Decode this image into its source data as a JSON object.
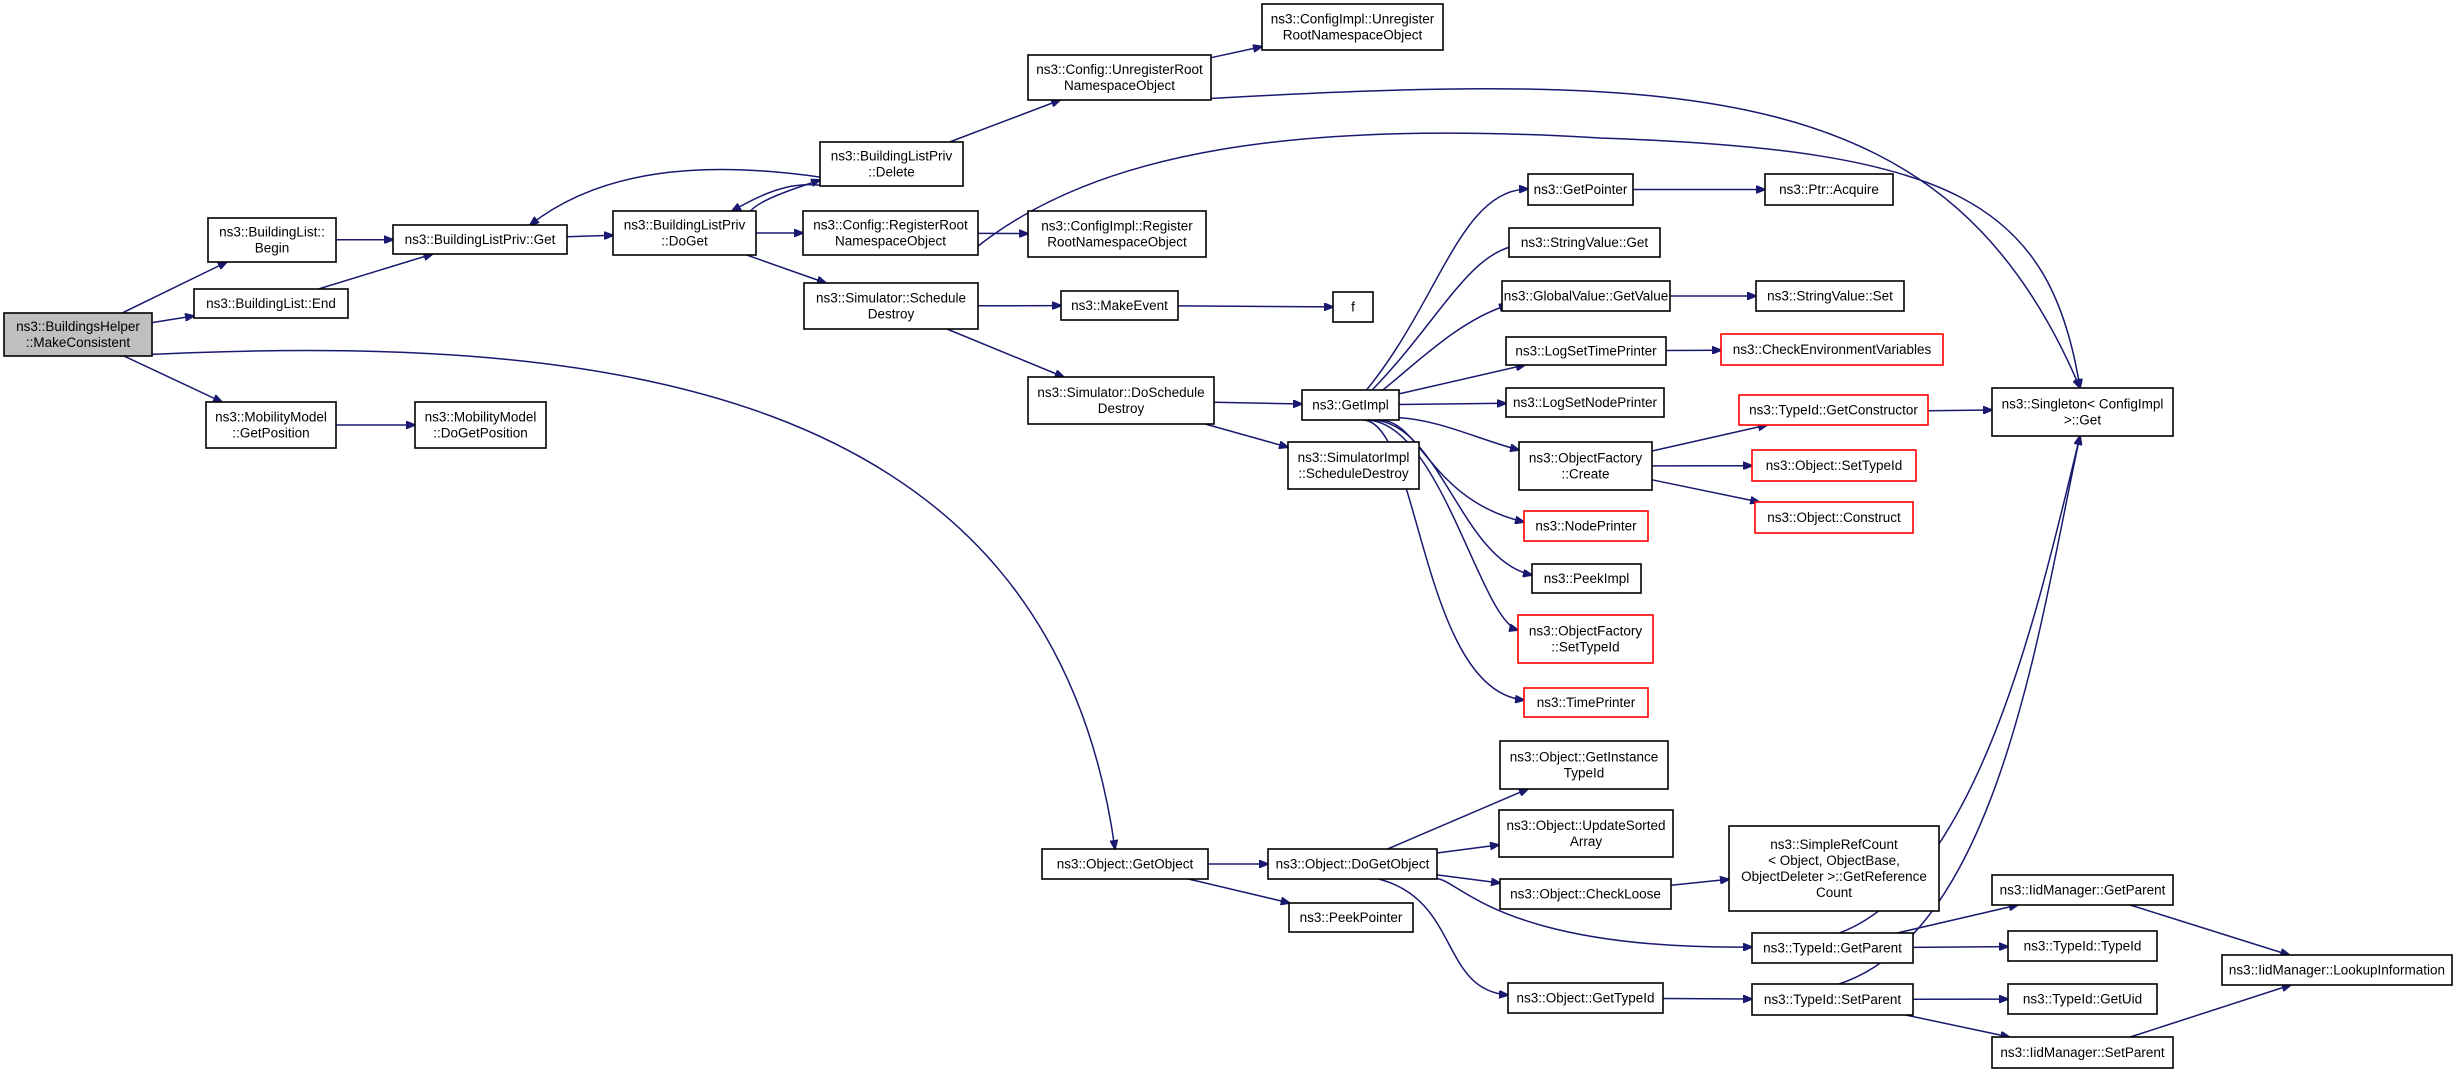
{
  "colors": {
    "edge": "#191970",
    "border_normal": "#000000",
    "border_truncated": "#ff0000",
    "root_fill": "#bfbfbf",
    "node_fill": "#ffffff"
  },
  "nodes": [
    {
      "id": "n_root",
      "lines": [
        "ns3::BuildingsHelper",
        "::MakeConsistent"
      ],
      "kind": "root"
    },
    {
      "id": "n_bl_begin",
      "lines": [
        "ns3::BuildingList::",
        "Begin"
      ],
      "kind": "normal"
    },
    {
      "id": "n_bl_end",
      "lines": [
        "ns3::BuildingList::End"
      ],
      "kind": "normal"
    },
    {
      "id": "n_blp_get",
      "lines": [
        "ns3::BuildingListPriv::Get"
      ],
      "kind": "normal"
    },
    {
      "id": "n_blp_doget",
      "lines": [
        "ns3::BuildingListPriv",
        "::DoGet"
      ],
      "kind": "normal"
    },
    {
      "id": "n_blp_delete",
      "lines": [
        "ns3::BuildingListPriv",
        "::Delete"
      ],
      "kind": "normal"
    },
    {
      "id": "n_cfg_unreg",
      "lines": [
        "ns3::Config::UnregisterRoot",
        "NamespaceObject"
      ],
      "kind": "normal"
    },
    {
      "id": "n_cfgimpl_unreg",
      "lines": [
        "ns3::ConfigImpl::Unregister",
        "RootNamespaceObject"
      ],
      "kind": "normal"
    },
    {
      "id": "n_cfg_reg",
      "lines": [
        "ns3::Config::RegisterRoot",
        "NamespaceObject"
      ],
      "kind": "normal"
    },
    {
      "id": "n_cfgimpl_reg",
      "lines": [
        "ns3::ConfigImpl::Register",
        "RootNamespaceObject"
      ],
      "kind": "normal"
    },
    {
      "id": "n_sim_sched",
      "lines": [
        "ns3::Simulator::Schedule",
        "Destroy"
      ],
      "kind": "normal"
    },
    {
      "id": "n_makeevent",
      "lines": [
        "ns3::MakeEvent"
      ],
      "kind": "normal"
    },
    {
      "id": "n_f",
      "lines": [
        "f"
      ],
      "kind": "normal"
    },
    {
      "id": "n_sim_dosched",
      "lines": [
        "ns3::Simulator::DoSchedule",
        "Destroy"
      ],
      "kind": "normal"
    },
    {
      "id": "n_simimpl_sched",
      "lines": [
        "ns3::SimulatorImpl",
        "::ScheduleDestroy"
      ],
      "kind": "normal"
    },
    {
      "id": "n_getimpl",
      "lines": [
        "ns3::GetImpl"
      ],
      "kind": "normal"
    },
    {
      "id": "n_getpointer",
      "lines": [
        "ns3::GetPointer"
      ],
      "kind": "normal"
    },
    {
      "id": "n_ptr_acquire",
      "lines": [
        "ns3::Ptr::Acquire"
      ],
      "kind": "normal"
    },
    {
      "id": "n_strval_get",
      "lines": [
        "ns3::StringValue::Get"
      ],
      "kind": "normal"
    },
    {
      "id": "n_gv_getvalue",
      "lines": [
        "ns3::GlobalValue::GetValue"
      ],
      "kind": "normal"
    },
    {
      "id": "n_strval_set",
      "lines": [
        "ns3::StringValue::Set"
      ],
      "kind": "normal"
    },
    {
      "id": "n_logsettime",
      "lines": [
        "ns3::LogSetTimePrinter"
      ],
      "kind": "normal"
    },
    {
      "id": "n_checkenv",
      "lines": [
        "ns3::CheckEnvironmentVariables"
      ],
      "kind": "truncated"
    },
    {
      "id": "n_logsetnode",
      "lines": [
        "ns3::LogSetNodePrinter"
      ],
      "kind": "normal"
    },
    {
      "id": "n_of_create",
      "lines": [
        "ns3::ObjectFactory",
        "::Create"
      ],
      "kind": "normal"
    },
    {
      "id": "n_typeid_getctor",
      "lines": [
        "ns3::TypeId::GetConstructor"
      ],
      "kind": "truncated"
    },
    {
      "id": "n_obj_settypeid",
      "lines": [
        "ns3::Object::SetTypeId"
      ],
      "kind": "truncated"
    },
    {
      "id": "n_obj_construct",
      "lines": [
        "ns3::Object::Construct"
      ],
      "kind": "truncated"
    },
    {
      "id": "n_nodeprinter",
      "lines": [
        "ns3::NodePrinter"
      ],
      "kind": "truncated"
    },
    {
      "id": "n_peekimpl",
      "lines": [
        "ns3::PeekImpl"
      ],
      "kind": "normal"
    },
    {
      "id": "n_of_settypeid",
      "lines": [
        "ns3::ObjectFactory",
        "::SetTypeId"
      ],
      "kind": "truncated"
    },
    {
      "id": "n_timeprinter",
      "lines": [
        "ns3::TimePrinter"
      ],
      "kind": "truncated"
    },
    {
      "id": "n_singleton",
      "lines": [
        "ns3::Singleton< ConfigImpl",
        "  >::Get"
      ],
      "kind": "normal"
    },
    {
      "id": "n_mm_getpos",
      "lines": [
        "ns3::MobilityModel",
        "::GetPosition"
      ],
      "kind": "normal"
    },
    {
      "id": "n_mm_dogetpos",
      "lines": [
        "ns3::MobilityModel",
        "::DoGetPosition"
      ],
      "kind": "normal"
    },
    {
      "id": "n_obj_getobject",
      "lines": [
        "ns3::Object::GetObject"
      ],
      "kind": "normal"
    },
    {
      "id": "n_obj_dogetobject",
      "lines": [
        "ns3::Object::DoGetObject"
      ],
      "kind": "normal"
    },
    {
      "id": "n_peekpointer",
      "lines": [
        "ns3::PeekPointer"
      ],
      "kind": "normal"
    },
    {
      "id": "n_obj_getinst",
      "lines": [
        "ns3::Object::GetInstance",
        "TypeId"
      ],
      "kind": "normal"
    },
    {
      "id": "n_obj_updsorted",
      "lines": [
        "ns3::Object::UpdateSorted",
        "Array"
      ],
      "kind": "normal"
    },
    {
      "id": "n_obj_checkloose",
      "lines": [
        "ns3::Object::CheckLoose"
      ],
      "kind": "normal"
    },
    {
      "id": "n_simplerefcount",
      "lines": [
        "ns3::SimpleRefCount",
        "< Object, ObjectBase,",
        "ObjectDeleter >::GetReference",
        "Count"
      ],
      "kind": "normal"
    },
    {
      "id": "n_obj_gettypeid",
      "lines": [
        "ns3::Object::GetTypeId"
      ],
      "kind": "normal"
    },
    {
      "id": "n_typeid_getparent",
      "lines": [
        "ns3::TypeId::GetParent"
      ],
      "kind": "normal"
    },
    {
      "id": "n_typeid_setparent",
      "lines": [
        "ns3::TypeId::SetParent"
      ],
      "kind": "normal"
    },
    {
      "id": "n_iid_getparent",
      "lines": [
        "ns3::IidManager::GetParent"
      ],
      "kind": "normal"
    },
    {
      "id": "n_typeid_typeid",
      "lines": [
        "ns3::TypeId::TypeId"
      ],
      "kind": "normal"
    },
    {
      "id": "n_typeid_getuid",
      "lines": [
        "ns3::TypeId::GetUid"
      ],
      "kind": "normal"
    },
    {
      "id": "n_iid_setparent",
      "lines": [
        "ns3::IidManager::SetParent"
      ],
      "kind": "normal"
    },
    {
      "id": "n_iid_lookup",
      "lines": [
        "ns3::IidManager::LookupInformation"
      ],
      "kind": "normal"
    }
  ],
  "edges": [
    {
      "from": "n_root",
      "to": "n_bl_begin"
    },
    {
      "from": "n_root",
      "to": "n_bl_end"
    },
    {
      "from": "n_root",
      "to": "n_mm_getpos"
    },
    {
      "from": "n_root",
      "to": "n_obj_getobject"
    },
    {
      "from": "n_bl_begin",
      "to": "n_blp_get"
    },
    {
      "from": "n_bl_end",
      "to": "n_blp_get"
    },
    {
      "from": "n_blp_get",
      "to": "n_blp_doget"
    },
    {
      "from": "n_blp_delete",
      "to": "n_blp_get"
    },
    {
      "from": "n_blp_doget",
      "to": "n_blp_delete"
    },
    {
      "from": "n_blp_delete",
      "to": "n_blp_doget"
    },
    {
      "from": "n_blp_delete",
      "to": "n_cfg_unreg"
    },
    {
      "from": "n_cfg_unreg",
      "to": "n_cfgimpl_unreg"
    },
    {
      "from": "n_cfg_unreg",
      "to": "n_singleton"
    },
    {
      "from": "n_blp_doget",
      "to": "n_cfg_reg"
    },
    {
      "from": "n_cfg_reg",
      "to": "n_cfgimpl_reg"
    },
    {
      "from": "n_cfg_reg",
      "to": "n_singleton"
    },
    {
      "from": "n_blp_doget",
      "to": "n_sim_sched"
    },
    {
      "from": "n_sim_sched",
      "to": "n_makeevent"
    },
    {
      "from": "n_makeevent",
      "to": "n_f"
    },
    {
      "from": "n_sim_sched",
      "to": "n_sim_dosched"
    },
    {
      "from": "n_sim_dosched",
      "to": "n_getimpl"
    },
    {
      "from": "n_sim_dosched",
      "to": "n_simimpl_sched"
    },
    {
      "from": "n_getimpl",
      "to": "n_getpointer"
    },
    {
      "from": "n_getpointer",
      "to": "n_ptr_acquire"
    },
    {
      "from": "n_getimpl",
      "to": "n_strval_get"
    },
    {
      "from": "n_getimpl",
      "to": "n_gv_getvalue"
    },
    {
      "from": "n_gv_getvalue",
      "to": "n_strval_set"
    },
    {
      "from": "n_getimpl",
      "to": "n_logsettime"
    },
    {
      "from": "n_logsettime",
      "to": "n_checkenv"
    },
    {
      "from": "n_getimpl",
      "to": "n_logsetnode"
    },
    {
      "from": "n_getimpl",
      "to": "n_of_create"
    },
    {
      "from": "n_of_create",
      "to": "n_typeid_getctor"
    },
    {
      "from": "n_of_create",
      "to": "n_obj_settypeid"
    },
    {
      "from": "n_of_create",
      "to": "n_obj_construct"
    },
    {
      "from": "n_typeid_getctor",
      "to": "n_singleton"
    },
    {
      "from": "n_getimpl",
      "to": "n_nodeprinter"
    },
    {
      "from": "n_getimpl",
      "to": "n_peekimpl"
    },
    {
      "from": "n_getimpl",
      "to": "n_of_settypeid"
    },
    {
      "from": "n_getimpl",
      "to": "n_timeprinter"
    },
    {
      "from": "n_mm_getpos",
      "to": "n_mm_dogetpos"
    },
    {
      "from": "n_obj_getobject",
      "to": "n_obj_dogetobject"
    },
    {
      "from": "n_obj_getobject",
      "to": "n_peekpointer"
    },
    {
      "from": "n_obj_dogetobject",
      "to": "n_obj_getinst"
    },
    {
      "from": "n_obj_dogetobject",
      "to": "n_obj_updsorted"
    },
    {
      "from": "n_obj_dogetobject",
      "to": "n_obj_checkloose"
    },
    {
      "from": "n_obj_checkloose",
      "to": "n_simplerefcount"
    },
    {
      "from": "n_obj_dogetobject",
      "to": "n_typeid_getparent"
    },
    {
      "from": "n_obj_dogetobject",
      "to": "n_obj_gettypeid"
    },
    {
      "from": "n_obj_gettypeid",
      "to": "n_typeid_setparent"
    },
    {
      "from": "n_typeid_getparent",
      "to": "n_iid_getparent"
    },
    {
      "from": "n_typeid_getparent",
      "to": "n_typeid_typeid"
    },
    {
      "from": "n_typeid_getparent",
      "to": "n_singleton"
    },
    {
      "from": "n_typeid_setparent",
      "to": "n_typeid_getuid"
    },
    {
      "from": "n_typeid_setparent",
      "to": "n_iid_setparent"
    },
    {
      "from": "n_typeid_setparent",
      "to": "n_singleton"
    },
    {
      "from": "n_iid_getparent",
      "to": "n_iid_lookup"
    },
    {
      "from": "n_iid_setparent",
      "to": "n_iid_lookup"
    }
  ]
}
